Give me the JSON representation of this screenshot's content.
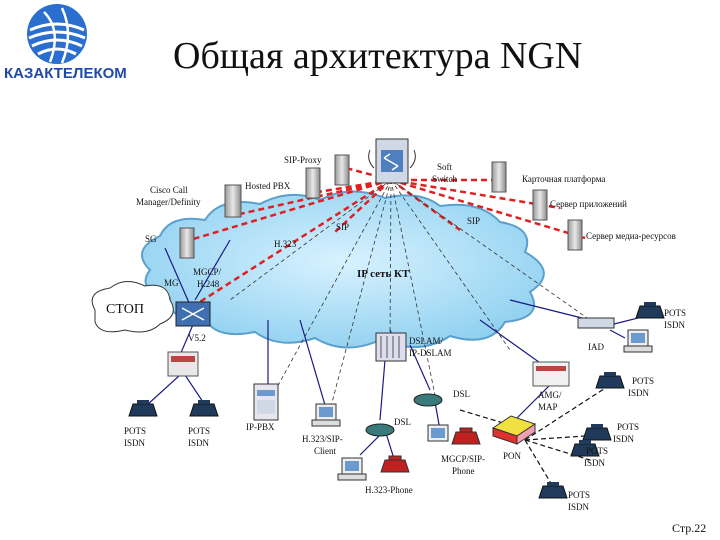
{
  "logo": {
    "text": "КАЗАКТЕЛЕКОМ"
  },
  "title": "Общая архитектура NGN",
  "page_number": "Стр.22",
  "cloud_label": "IP сеть КТ",
  "nodes": {
    "softswitch": "Soft\nSwitch",
    "sip_proxy": "SIP-Proxy",
    "hosted_pbx": "Hosted PBX",
    "cisco_cm": "Cisco Call\nManager/Definity",
    "card_platform": "Карточная платформа",
    "app_server": "Сервер приложений",
    "media_server": "Сервер медиа-ресурсов",
    "sg": "SG",
    "mg": "MG",
    "mgcp_h248": "MGCP/\nH.248",
    "stop": "СТОП",
    "v52": "V5.2",
    "dslam": "DSLAM/\nIP-DSLAM",
    "iad": "IAD",
    "amg_map": "AMG/\nMAP",
    "pon": "PON",
    "dsl1": "DSL",
    "dsl2": "DSL",
    "ip_pbx": "IP-PBX",
    "h323_sip_client": "H.323/SIP-\nClient",
    "mgcp_sip_phone": "MGCP/SIP-\nPhone",
    "h323_phone": "H.323-Phone",
    "pots_isdn_1": "POTS\nISDN",
    "pots_isdn_2": "POTS\nISDN",
    "pots_isdn_3": "POTS\nISDN",
    "pots_isdn_4": "POTS\nISDN",
    "pots_isdn_5": "POTS\nISDN",
    "pots_isdn_6": "POTS\nISDN",
    "pots_isdn_7": "POTS\nISDN"
  },
  "protocols": {
    "sip_left": "SIP",
    "sip_right": "SIP",
    "h323": "H.323"
  },
  "colors": {
    "cloud": "#8fd0f0",
    "cloud_stroke": "#5aa0cc",
    "signal": "#e02020",
    "link": "#1a1a8a",
    "media": "#e04040"
  }
}
